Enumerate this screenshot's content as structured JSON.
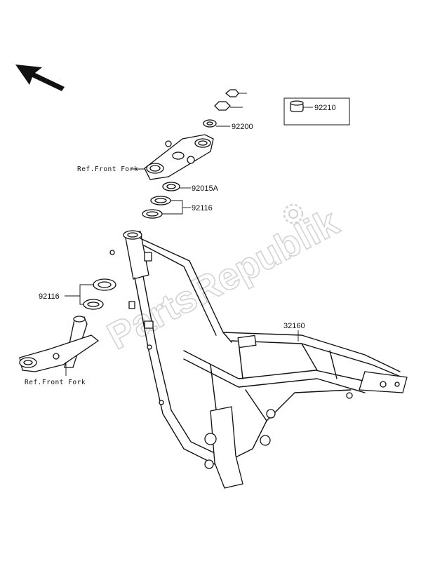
{
  "labels": {
    "p92210": "92210",
    "p92200": "92200",
    "ref_front_fork_top": "Ref.Front Fork",
    "p92015a": "92015A",
    "p92116_top": "92116",
    "p92116_left": "92116",
    "p32160": "32160",
    "ref_front_fork_bottom": "Ref.Front Fork"
  },
  "watermark": "PartsRepublik",
  "colors": {
    "ink": "#111111",
    "watermark": "#d3d3d3",
    "background": "#ffffff"
  },
  "icons": {
    "direction": "arrow-up-left-icon",
    "watermark": "gear-icon"
  }
}
